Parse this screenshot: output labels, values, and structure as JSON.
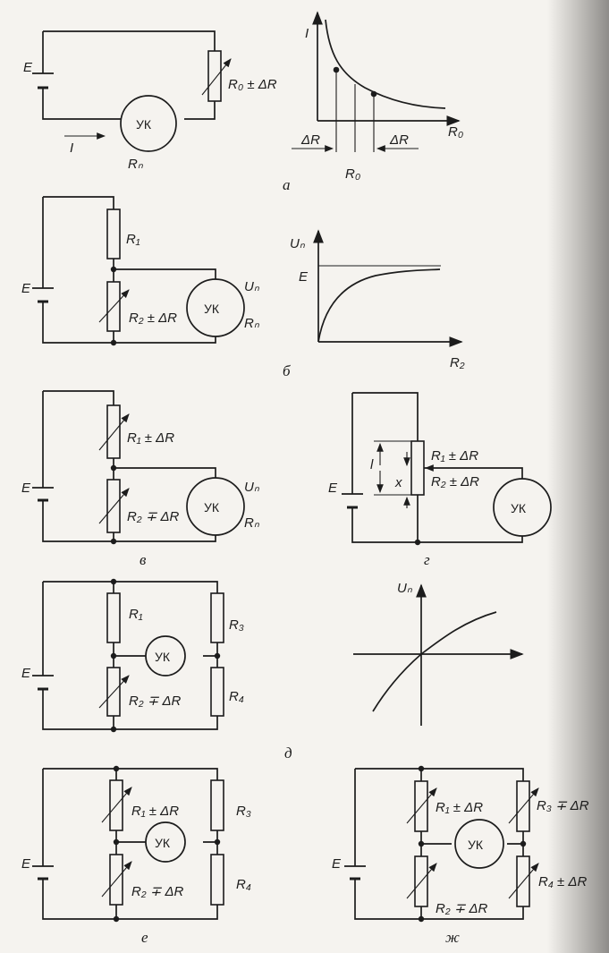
{
  "captions": {
    "a": "а",
    "b": "б",
    "v": "в",
    "g": "г",
    "d": "д",
    "e": "е",
    "zh": "ж"
  },
  "meter_label": "УК",
  "source_label": "E",
  "fig_a": {
    "resistor": "R₀ ± ΔR",
    "load": "Rₙ",
    "current": "I",
    "y_axis": "I",
    "x_axis": "R₀",
    "delta_left": "ΔR",
    "delta_right": "ΔR",
    "center": "R₀"
  },
  "fig_b": {
    "r1": "R₁",
    "r2": "R₂ ± ΔR",
    "u": "Uₙ",
    "load": "Rₙ",
    "y_axis": "Uₙ",
    "e_level": "E",
    "x_axis": "R₂"
  },
  "fig_v": {
    "r1": "R₁ ± ΔR",
    "r2": "R₂ ∓ ΔR",
    "u": "Uₙ",
    "load": "Rₙ"
  },
  "fig_g": {
    "r1": "R₁ ± ΔR",
    "r2": "R₂ ± ΔR",
    "len": "l",
    "x": "x"
  },
  "fig_d": {
    "r1": "R₁",
    "r2": "R₂ ∓ ΔR",
    "r3": "R₃",
    "r4": "R₄",
    "y_axis": "Uₙ"
  },
  "fig_e": {
    "r1": "R₁ ± ΔR",
    "r2": "R₂ ∓ ΔR",
    "r3": "R₃",
    "r4": "R₄"
  },
  "fig_zh": {
    "r1": "R₁ ± ΔR",
    "r2": "R₂ ∓ ΔR",
    "r3": "R₃ ∓ ΔR",
    "r4": "R₄ ± ΔR"
  }
}
